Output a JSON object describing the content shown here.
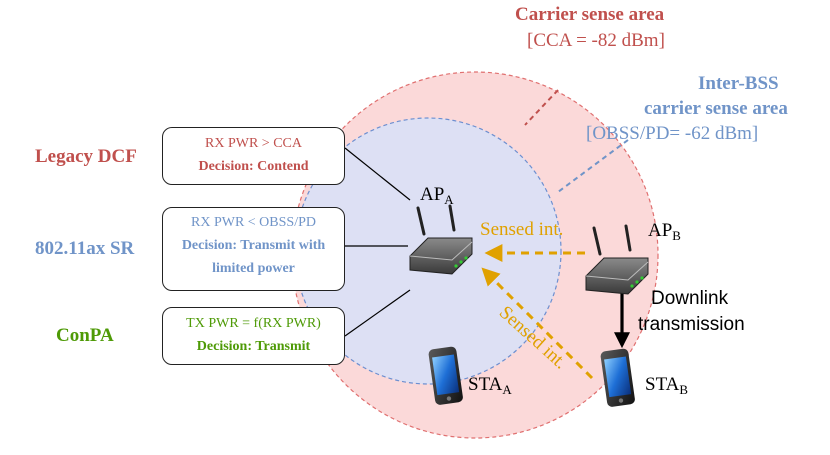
{
  "colors": {
    "legacy": "#c0504d",
    "sr": "#7094c8",
    "conpa": "#4e9a06",
    "outer_fill": "#fbd9d9",
    "outer_stroke": "#e07070",
    "inner_fill": "#dde0f4",
    "inner_stroke": "#6d8fd0",
    "sensed_arrow": "#e0a100"
  },
  "carrier_area": {
    "title": "Carrier sense area",
    "value": "[CCA = -82 dBm]"
  },
  "inter_bss_area": {
    "line1": "Inter-BSS",
    "line2": "carrier sense area",
    "value": "[OBSS/PD= -62 dBm]"
  },
  "schemes": [
    {
      "name": "Legacy DCF",
      "rule": "RX PWR > CCA",
      "decision": "Decision: Contend"
    },
    {
      "name": "802.11ax SR",
      "rule": "RX PWR < OBSS/PD",
      "decision_line1": "Decision: Transmit with",
      "decision_line2": "limited power"
    },
    {
      "name": "ConPA",
      "rule": "TX PWR = f(RX PWR)",
      "decision": "Decision: Transmit"
    }
  ],
  "nodes": {
    "ap_a": {
      "base": "AP",
      "sub": "A"
    },
    "ap_b": {
      "base": "AP",
      "sub": "B"
    },
    "sta_a": {
      "base": "STA",
      "sub": "A"
    },
    "sta_b": {
      "base": "STA",
      "sub": "B"
    }
  },
  "sensed_label_1": "Sensed int.",
  "sensed_label_2": "Sensed int.",
  "downlink": {
    "line1": "Downlink",
    "line2": "transmission"
  },
  "icons": [
    "router-icon",
    "smartphone-icon"
  ]
}
